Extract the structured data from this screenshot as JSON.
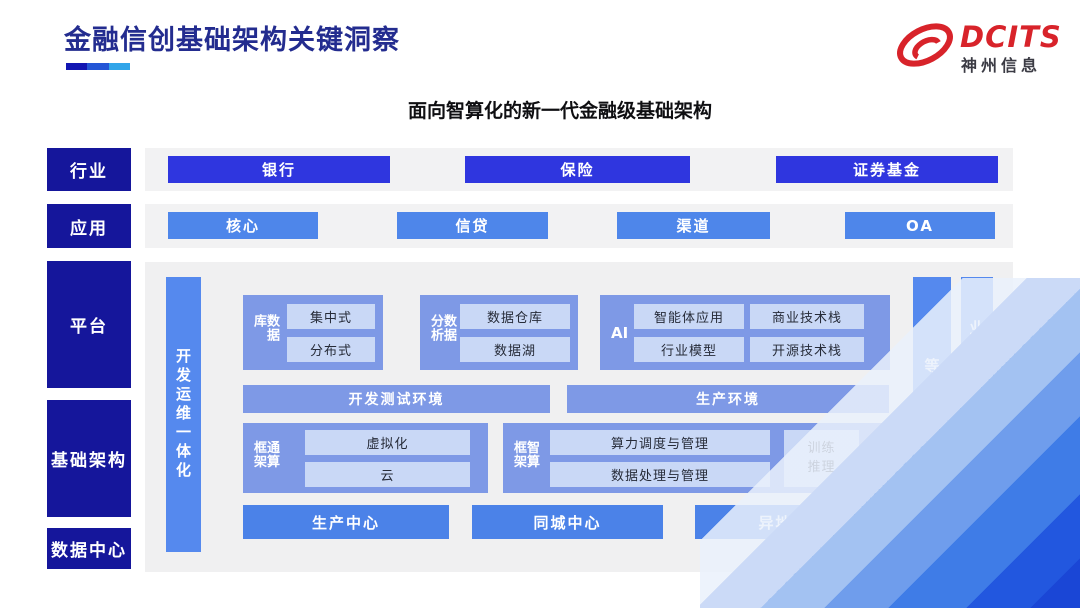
{
  "header": {
    "title": "金融信创基础架构关键洞察",
    "subtitle": "面向智算化的新一代金融级基础架构",
    "logo": {
      "brand": "DCITS",
      "company": "神州信息"
    }
  },
  "legend_rows": {
    "industry": {
      "label": "行业",
      "buttons": [
        "银行",
        "保险",
        "证券基金"
      ]
    },
    "application": {
      "label": "应用",
      "buttons": [
        "核心",
        "信贷",
        "渠道",
        "OA"
      ]
    }
  },
  "sidebar": {
    "platform": "平台",
    "infrastructure": "基础架构",
    "datacenter": "数据中心"
  },
  "platform": {
    "devops_bar": "开发运维一体化",
    "database": {
      "label": "数据库",
      "items": [
        "集中式",
        "分布式"
      ]
    },
    "analytics": {
      "label": "数据分析",
      "items": [
        "数据仓库",
        "数据湖"
      ]
    },
    "ai": {
      "label": "AI",
      "items": [
        "智能体应用",
        "商业技术栈",
        "行业模型",
        "开源技术栈"
      ]
    },
    "environments": [
      "开发测试环境",
      "生产环境"
    ],
    "general_framework": {
      "label": "通算框架",
      "items": [
        "虚拟化",
        "云"
      ]
    },
    "intelligent_framework": {
      "label": "智算框架",
      "items": [
        "算力调度与管理",
        "数据处理与管理"
      ],
      "side_box": [
        "训练",
        "推理"
      ]
    },
    "centers": [
      "生产中心",
      "同城中心",
      "异地中心"
    ],
    "security_bar": "等保合规安全",
    "continuity_bar": "业务连续性及数据保护"
  },
  "colors": {
    "navy": "#15169B",
    "title_navy": "#232C8F",
    "royal_blue": "#2F36DF",
    "medium_blue": "#4E86EA",
    "bar_blue": "#5589EE",
    "periwinkle": "#7E99E6",
    "light_box": "#C9D8F6",
    "brand_red": "#D8232A",
    "panel_gray": "#F0F0F1"
  }
}
